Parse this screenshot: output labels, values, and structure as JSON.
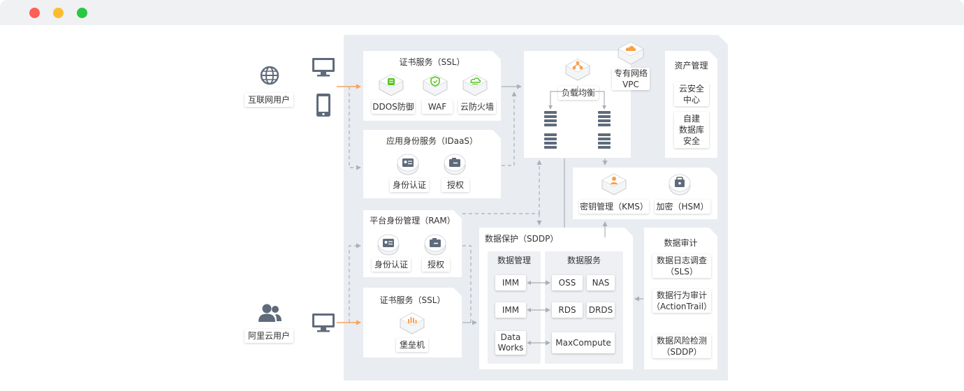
{
  "internet_user": "互联网用户",
  "aliyun_user": "阿里云用户",
  "ssl_top": {
    "title": "证书服务（SSL）",
    "items": [
      "DDOS防御",
      "WAF",
      "云防火墙"
    ]
  },
  "idaas": {
    "title": "应用身份服务（IDaaS）",
    "items": [
      "身份认证",
      "授权"
    ]
  },
  "ram": {
    "title": "平台身份管理（RAM）",
    "items": [
      "身份认证",
      "授权"
    ]
  },
  "ssl_bottom": {
    "title": "证书服务（SSL）",
    "item": "堡垒机"
  },
  "lb": {
    "label": "负载均衡"
  },
  "vpc": {
    "label": "专有网络\nVPC",
    "line1": "专有网络",
    "line2": "VPC"
  },
  "asset": {
    "title": "资产管理",
    "items": [
      {
        "line1": "云安全",
        "line2": "中心",
        "line3": ""
      },
      {
        "line1": "自建",
        "line2": "数据库",
        "line3": "安全"
      }
    ]
  },
  "kms": {
    "items": [
      "密钥管理（KMS）",
      "加密（HSM）"
    ]
  },
  "sddp": {
    "title": "数据保护（SDDP）",
    "mgmt_title": "数据管理",
    "svc_title": "数据服务",
    "mgmt_items": [
      {
        "line1": "IMM",
        "line2": ""
      },
      {
        "line1": "IMM",
        "line2": ""
      },
      {
        "line1": "Data",
        "line2": "Works"
      }
    ],
    "svc_rows": [
      [
        "OSS",
        "NAS"
      ],
      [
        "RDS",
        "DRDS"
      ],
      [
        "MaxCompute"
      ]
    ]
  },
  "audit": {
    "title": "数据审计",
    "items": [
      {
        "line1": "数据日志调查",
        "line2": "（SLS）"
      },
      {
        "line1": "数据行为审计",
        "line2": "（ActionTrail）"
      },
      {
        "line1": "数据风险检测",
        "line2": "（SDDP）"
      }
    ]
  },
  "colors": {
    "accent": "#f5a35b",
    "line": "#a9b0b8",
    "panel": "#eaedf1",
    "icon": "#5f6b7a",
    "green": "#52c41a",
    "orange": "#f7a04b"
  },
  "icons": [
    "globe-icon",
    "monitor-icon",
    "phone-icon",
    "users-icon",
    "shield-icon",
    "id-card-icon",
    "key-icon",
    "cloud-icon",
    "server-icon",
    "lock-icon"
  ]
}
